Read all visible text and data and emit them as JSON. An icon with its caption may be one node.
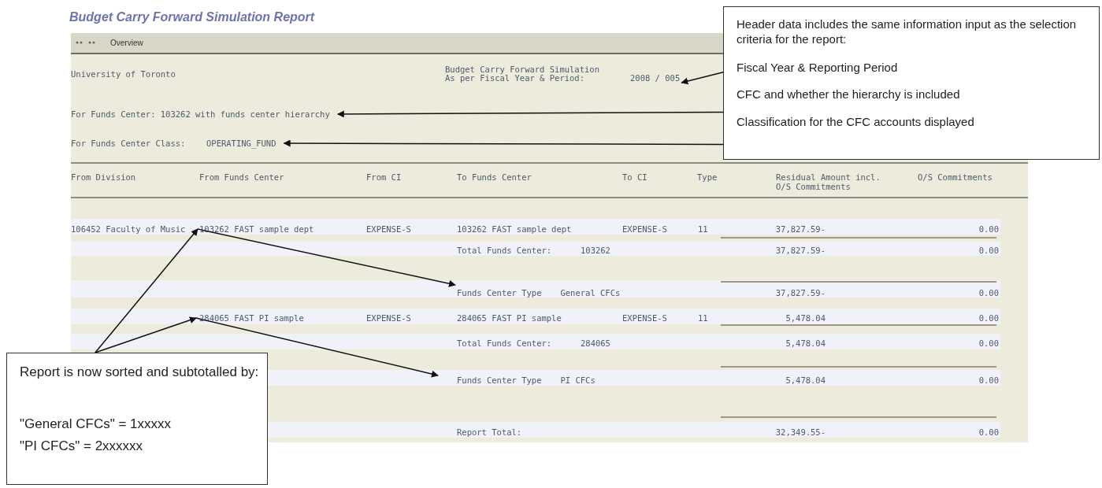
{
  "diagram": {
    "title": "Budget Carry Forward Simulation Report",
    "nodes": [
      {
        "text": [
          "Header data includes the same information input as the selection criteria for the report:",
          "Fiscal Year & Reporting Period",
          "CFC and whether the hierarchy is included",
          "Classification for the CFC accounts displayed"
        ]
      },
      {
        "text": [
          "2008 / 005"
        ]
      },
      {
        "text": [
          "For Funds Center: 103262 with funds center hierarchy"
        ]
      },
      {
        "text": [
          "OPERATING_FUND"
        ]
      },
      {
        "text": [
          "103262 FAST sample dept"
        ]
      },
      {
        "text": [
          "Funds Center Type",
          "General CFCs"
        ]
      },
      {
        "text": [
          "284065 FAST PI sample"
        ]
      },
      {
        "text": [
          "Funds Center Type",
          "PI CFCs"
        ]
      },
      {
        "text": [
          "Report is now sorted and subtotalled by:",
          "\"General CFCs\" = 1xxxxx",
          "\"PI CFCs\" = 2xxxxxx"
        ]
      }
    ],
    "edges": [
      {
        "from": 0,
        "to": 1,
        "arrow": "to"
      },
      {
        "from": 0,
        "to": 2,
        "arrow": "to"
      },
      {
        "from": 0,
        "to": 3,
        "arrow": "to"
      },
      {
        "from": 8,
        "to": 4,
        "arrow": "to"
      },
      {
        "from": 8,
        "to": 6,
        "arrow": "to"
      },
      {
        "from": 4,
        "to": 5,
        "arrow": "to"
      },
      {
        "from": 6,
        "to": 7,
        "arrow": "to"
      }
    ],
    "labels": [
      "Overview",
      "University of Toronto",
      "Budget Carry Forward Simulation",
      "As per Fiscal Year & Period:",
      "For Funds Center Class:",
      "From Division",
      "From Funds Center",
      "From CI",
      "To Funds Center",
      "To CI",
      "Type",
      "Residual Amount incl. O/S Commitments",
      "O/S Commitments",
      "106452 Faculty of Music",
      "EXPENSE-S",
      "103262 FAST sample dept",
      "EXPENSE-S",
      "11",
      "37,827.59-",
      "0.00",
      "Total Funds Center:",
      "103262",
      "37,827.59-",
      "0.00",
      "37,827.59-",
      "0.00",
      "EXPENSE-S",
      "284065 FAST PI sample",
      "EXPENSE-S",
      "11",
      "5,478.04",
      "0.00",
      "Total Funds Center:",
      "284065",
      "5,478.04",
      "0.00",
      "5,478.04",
      "0.00",
      "Report Total:",
      "32,349.55-",
      "0.00"
    ]
  }
}
